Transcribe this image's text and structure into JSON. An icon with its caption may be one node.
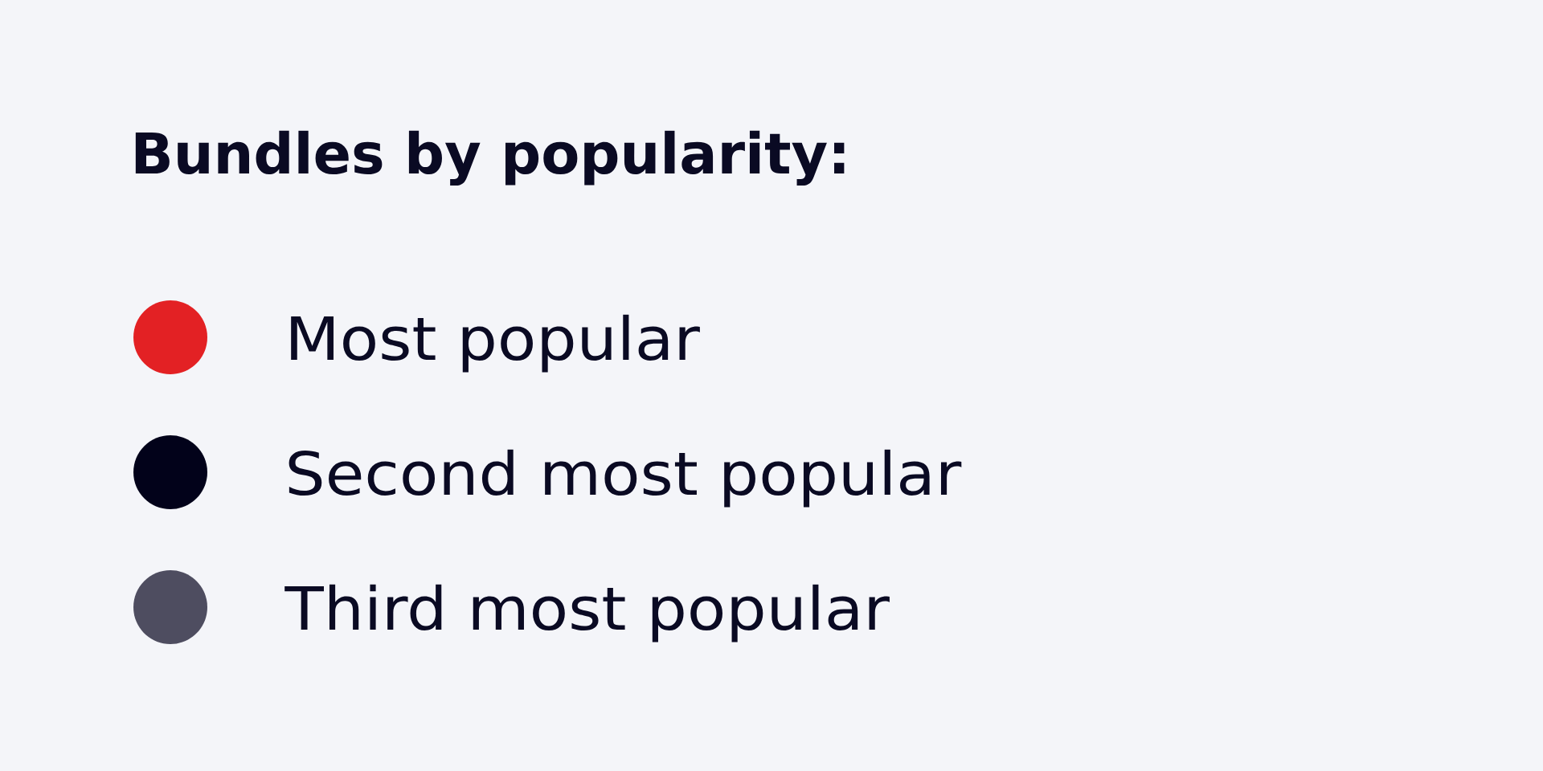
{
  "diagram": {
    "title": "Bundles by popularity:",
    "legend": [
      {
        "text": "Most popular",
        "color": "#e32124"
      },
      {
        "text": "Second most popular",
        "color": "#02021a"
      },
      {
        "text": "Third most popular",
        "color": "#4e4d60"
      }
    ]
  }
}
